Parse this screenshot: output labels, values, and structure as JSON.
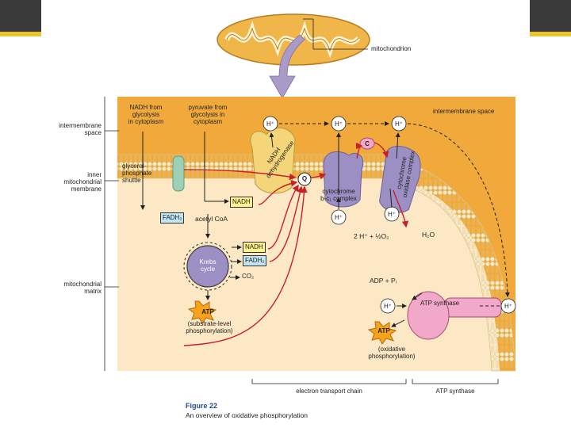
{
  "labels": {
    "mitochondrion": "mitochondrion",
    "intermembrane_space_left": "intermembrane\nspace",
    "intermembrane_space_right": "intermembrane space",
    "inner_membrane": "inner\nmitochondrial\nmembrane",
    "matrix": "mitochondrial\nmatrix",
    "nadh_from_glycolysis": "NADH from\nglycolysis\nin cytoplasm",
    "pyruvate_from_glycolysis": "pyruvate from\nglycolysis in\ncytoplasm",
    "glycerol_shuttle": "glycerol-\nphosphate\nshuttle",
    "fadh2_left": "FADH₂",
    "acetyl_coa": "acetyl CoA",
    "nadh_box_1": "NADH",
    "nadh_box_2": "NADH",
    "fadh2_box": "FADH₂",
    "krebs": "Krebs\ncycle",
    "co2": "CO₂",
    "atp": "ATP",
    "substrate_level": "(substrate-level\nphosphorylation)",
    "nadh_dehydrogenase": "NADH\ndehydrogenase",
    "q": "Q",
    "cytochrome_bc1": "cytochrome\nb-c₁ complex",
    "c": "C",
    "cytochrome_oxidase": "cytochrome\noxidase complex",
    "h_plus": "H⁺",
    "water_reaction": "2 H⁺ + ½O₂",
    "h2o": "H₂O",
    "adp_pi": "ADP + Pᵢ",
    "atp_synthase": "ATP synthase",
    "oxidative": "(oxidative\nphosphorylation)",
    "etc_bracket": "electron transport chain",
    "atp_synthase_bracket": "ATP synthase"
  },
  "caption": {
    "title": "Figure 22",
    "text": "An overview of oxidative phosphorylation"
  },
  "colors": {
    "intermembrane": "#f0a93a",
    "matrix": "#fce8c4",
    "membrane_head": "#f2e3b0",
    "arrow_red": "#c8202a",
    "arrow_purple": "#a99ac8",
    "complex_purple": "#9c8fc4",
    "nadh_dehydrogenase": "#f5d57a",
    "atp_synthase": "#f2a8c8"
  }
}
